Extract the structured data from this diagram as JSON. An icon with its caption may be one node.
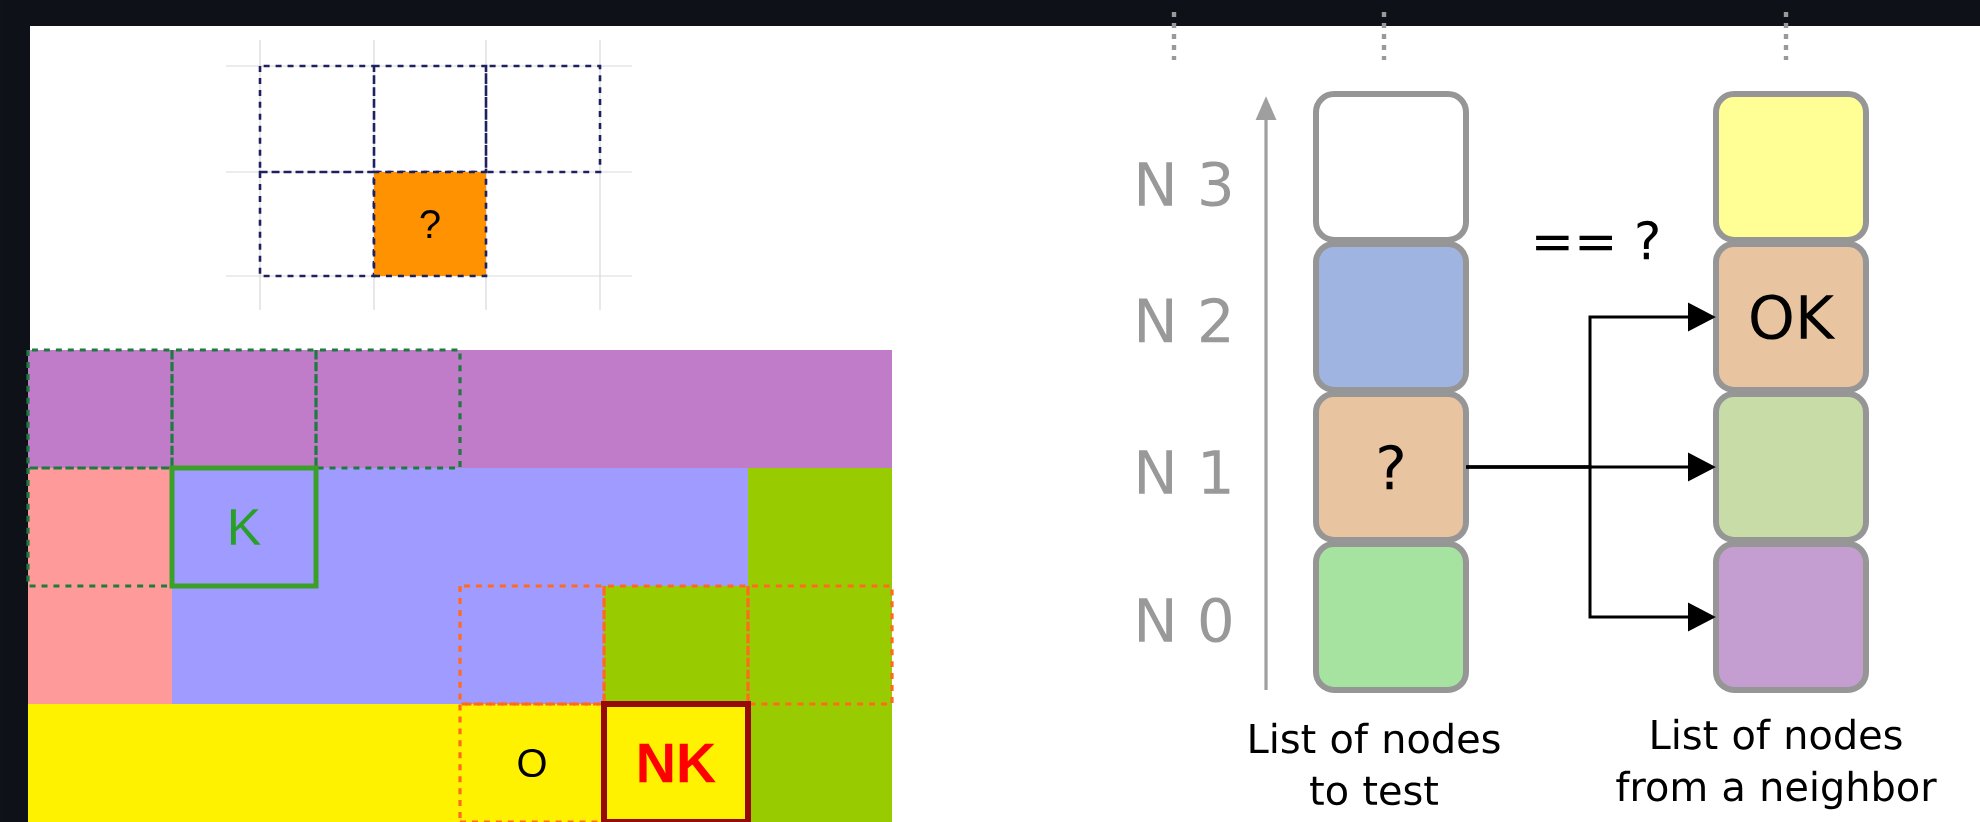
{
  "diagram": {
    "nodes": [
      {
        "text": [
          "?"
        ]
      },
      {
        "text": [
          "K"
        ]
      },
      {
        "text": [
          "O"
        ]
      },
      {
        "text": [
          "NK"
        ]
      },
      {
        "text": [],
        "shape": "box"
      },
      {
        "text": [],
        "shape": "box"
      },
      {
        "text": [
          "?"
        ]
      },
      {
        "text": [],
        "shape": "box"
      },
      {
        "text": [],
        "shape": "box"
      },
      {
        "text": [
          "OK"
        ]
      },
      {
        "text": [],
        "shape": "box"
      },
      {
        "text": [],
        "shape": "box"
      }
    ],
    "edges": [
      {
        "from": 6,
        "to": 9,
        "arrow": "to"
      },
      {
        "from": 6,
        "to": 10,
        "arrow": "to"
      },
      {
        "from": 6,
        "to": 11,
        "arrow": "to"
      }
    ],
    "labels": [
      "N 3",
      "N 2",
      "N 1",
      "N 0",
      "== ?",
      "List of nodes to test",
      "List of nodes from a neighbor"
    ]
  }
}
